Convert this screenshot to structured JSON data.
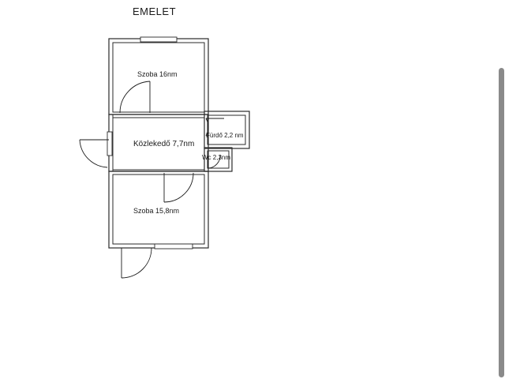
{
  "floor_title": "EMELET",
  "rooms": {
    "bedroom_top": "Szoba 16nm",
    "hallway": "Közlekedő 7,7nm",
    "bathroom": "Fürdő 2,2 nm",
    "wc": "Wc 2,3nm",
    "bedroom_bottom": "Szoba 15,8nm"
  }
}
